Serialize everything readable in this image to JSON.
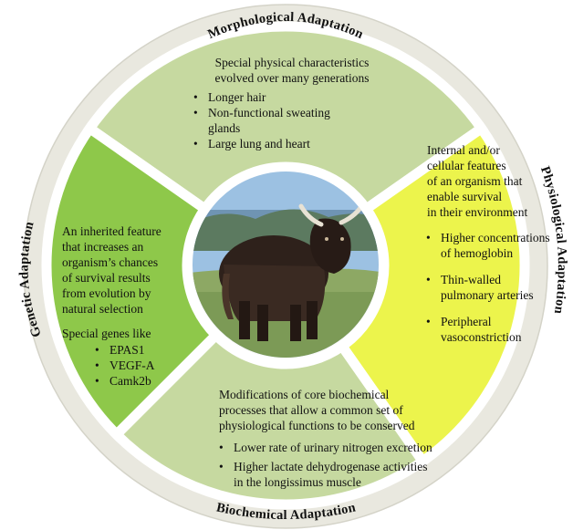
{
  "morphological": {
    "title": "Morphological Adaptation",
    "description_lines": [
      "Special physical characteristics",
      "evolved over many generations"
    ],
    "items": [
      "Longer hair",
      "Non-functional sweating glands",
      "Large lung and heart"
    ]
  },
  "physiological": {
    "title": "Physiological Adaptation",
    "description_lines": [
      "Internal and/or",
      "cellular features",
      "of an organism that",
      "enable survival",
      " in their environment"
    ],
    "items": [
      "Higher concentrations of hemoglobin",
      "Thin-walled pulmonary arteries",
      "Peripheral vasoconstriction"
    ]
  },
  "biochemical": {
    "title": "Biochemical Adaptation",
    "description_lines": [
      "Modifications of core biochemical",
      "processes that allow a common  set of",
      "physiological functions to be conserved"
    ],
    "items": [
      "Lower rate of urinary nitrogen excretion",
      "Higher lactate dehydrogenase activities in the  longissimus  muscle"
    ]
  },
  "genetic": {
    "title": "Genetic Adaptation",
    "description_lines": [
      "An inherited feature",
      " that increases an",
      "organism’s chances",
      "of survival results",
      "from evolution by",
      "natural selection"
    ],
    "genes_intro": "Special genes like",
    "genes": [
      "EPAS1",
      "VEGF-A",
      "Camk2b"
    ]
  },
  "colors": {
    "ring": "#e9e8df",
    "ring_edge": "#d4d3c8",
    "morphological": "#c6d9a0",
    "physiological": "#ecf44c",
    "biochemical": "#c6d9a0",
    "genetic": "#8ec84a",
    "sky": "#9cc1e2",
    "grass": "#7c9a56"
  }
}
